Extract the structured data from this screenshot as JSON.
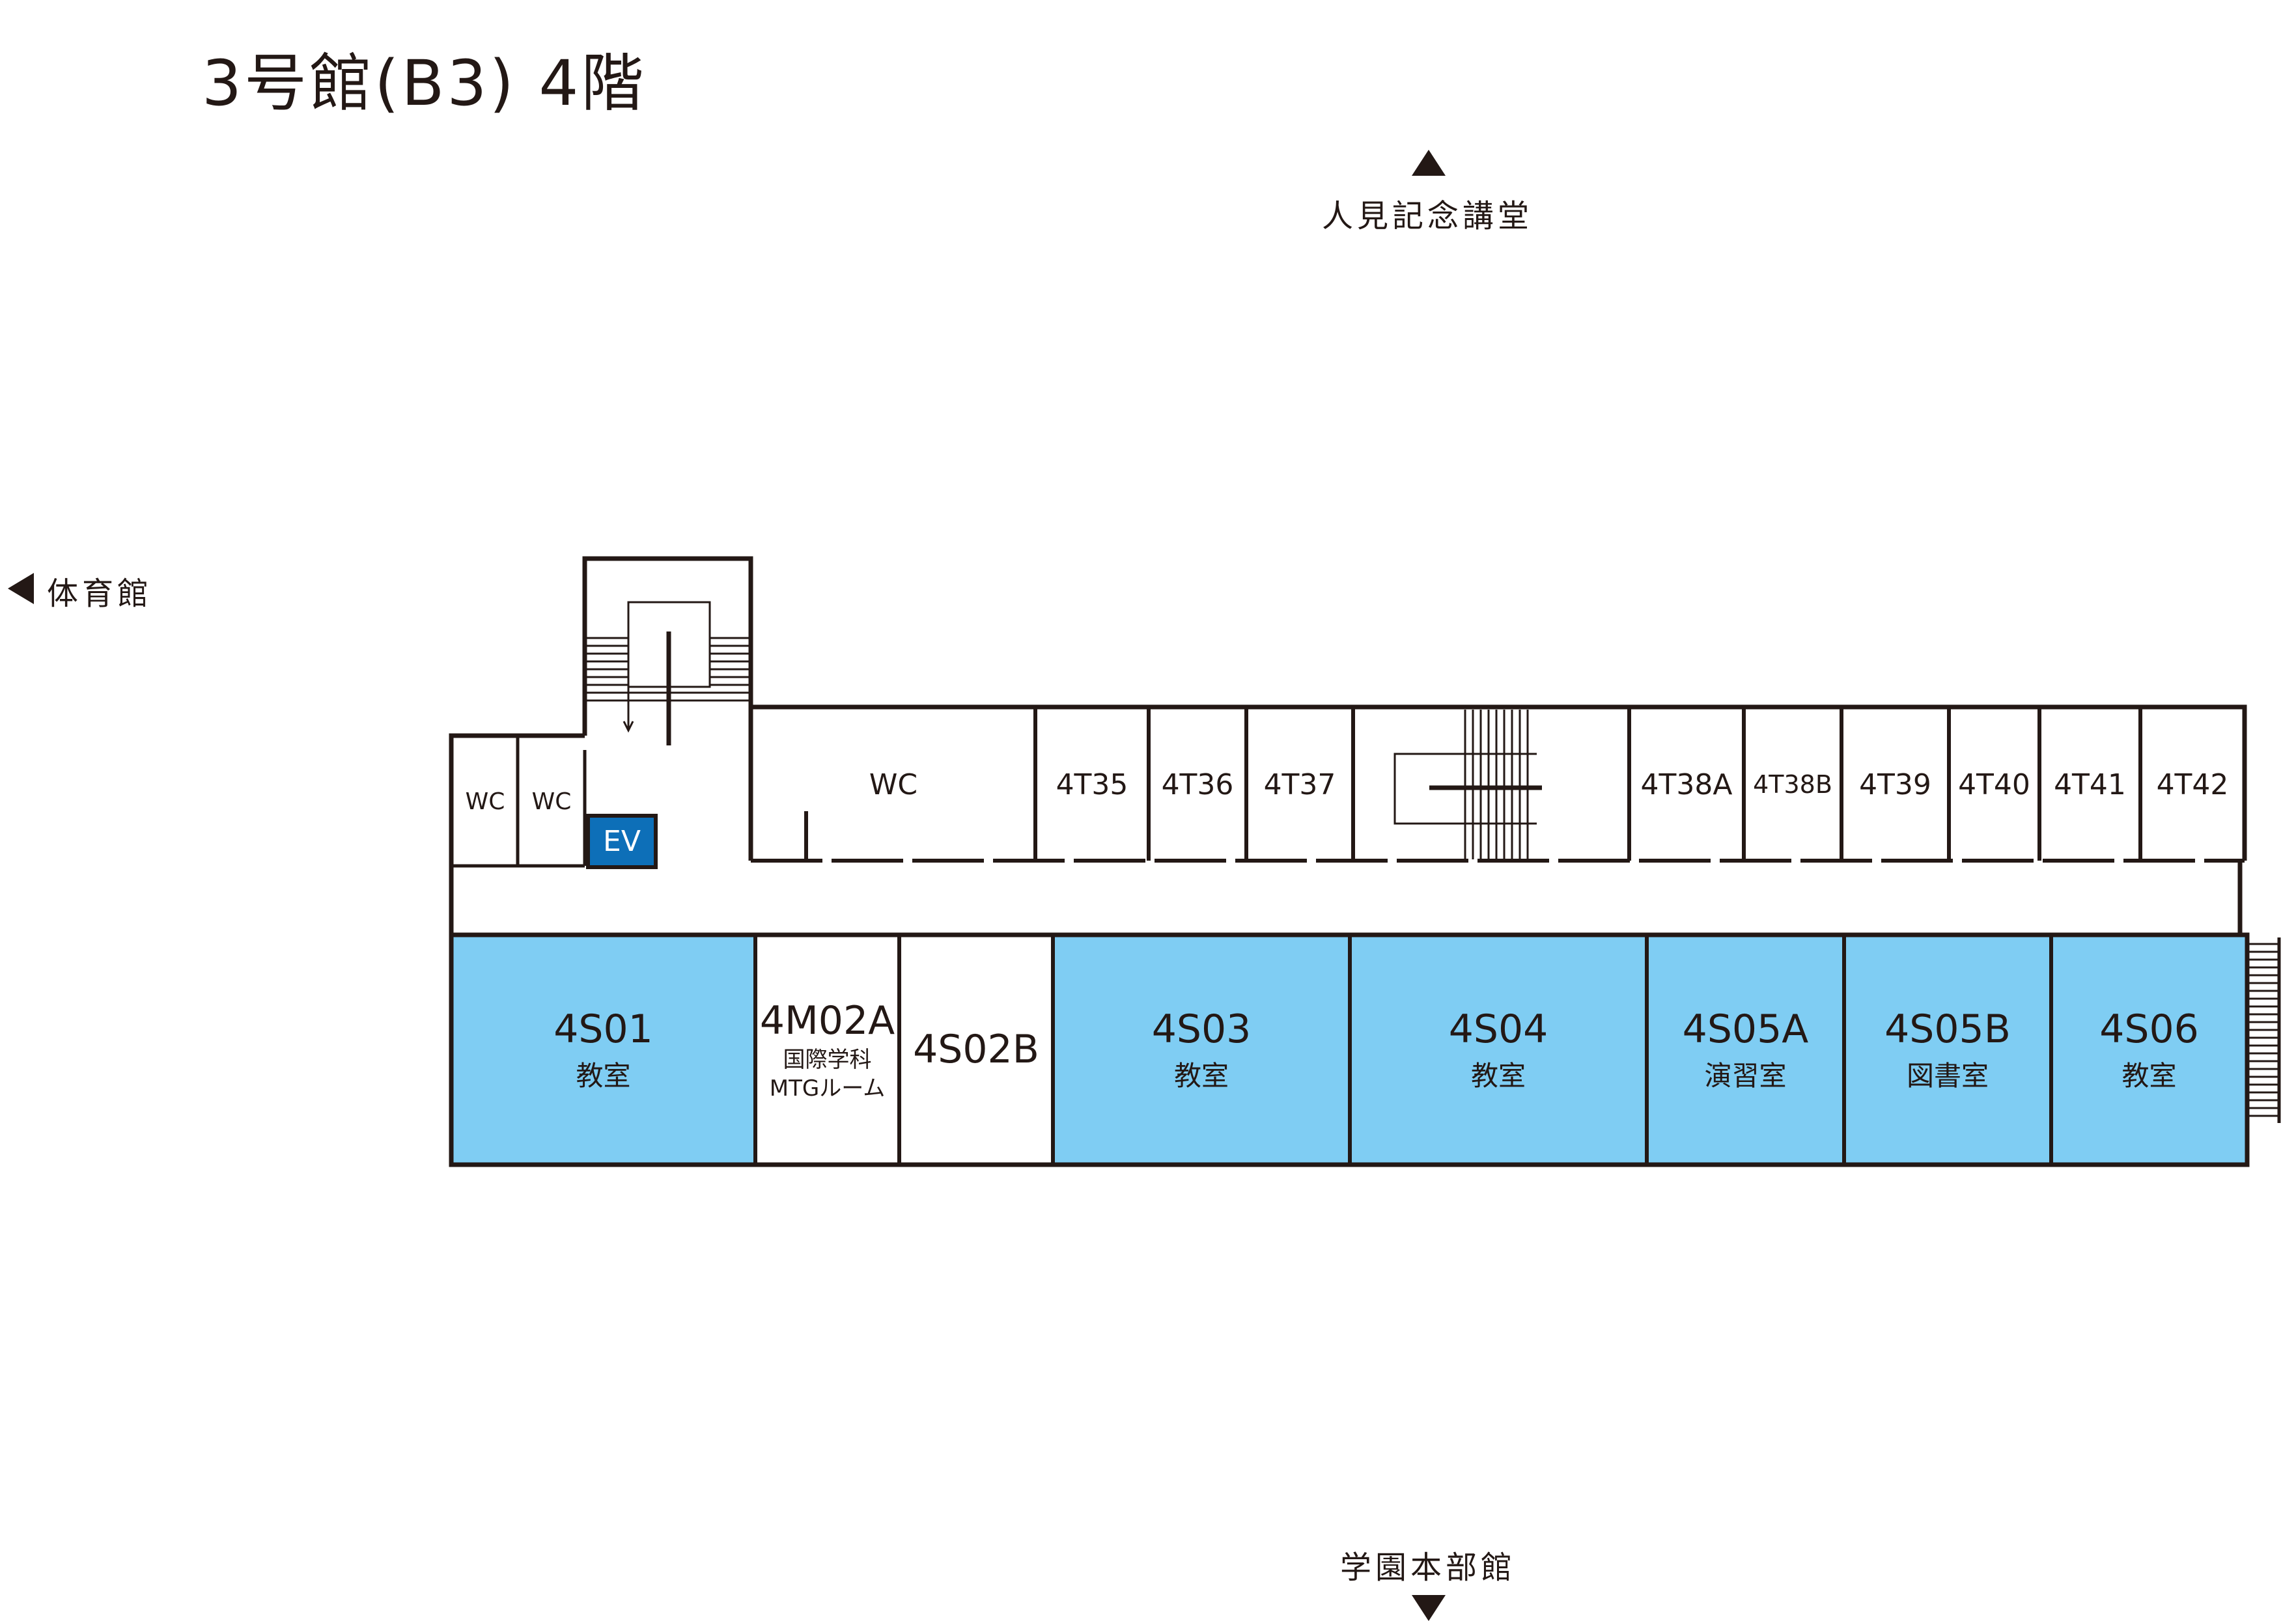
{
  "title": "3号館(B3) 4階",
  "directions": {
    "north": "人見記念講堂",
    "west": "体育館",
    "south": "学園本部館"
  },
  "colors": {
    "classroom_fill": "#7fcdf3",
    "elevator_fill": "#0d6fb8",
    "wall": "#231815"
  },
  "upper_wing": {
    "wc_small_1": "WC",
    "wc_small_2": "WC",
    "elevator": "EV",
    "wc_large": "WC",
    "rooms": [
      "4T35",
      "4T36",
      "4T37",
      "4T38A",
      "4T38B",
      "4T39",
      "4T40",
      "4T41",
      "4T42"
    ]
  },
  "lower_wing": {
    "rooms": [
      {
        "code": "4S01",
        "use": "教室"
      },
      {
        "code": "4M02A",
        "use_line1": "国際学科",
        "use_line2": "MTGルーム"
      },
      {
        "code": "4S02B"
      },
      {
        "code": "4S03",
        "use": "教室"
      },
      {
        "code": "4S04",
        "use": "教室"
      },
      {
        "code": "4S05A",
        "use": "演習室"
      },
      {
        "code": "4S05B",
        "use": "図書室"
      },
      {
        "code": "4S06",
        "use": "教室"
      }
    ]
  }
}
